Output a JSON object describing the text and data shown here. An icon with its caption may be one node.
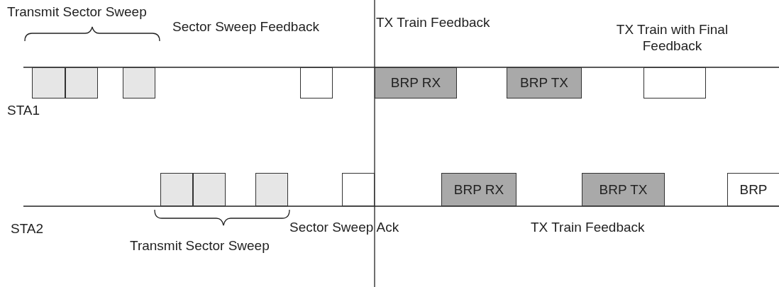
{
  "diagram": {
    "nodes": [
      {
        "text": [],
        "shape": "box"
      },
      {
        "text": [],
        "shape": "box"
      },
      {
        "text": [],
        "shape": "box"
      },
      {
        "text": [],
        "shape": "box"
      },
      {
        "text": [
          "BRP RX"
        ]
      },
      {
        "text": [
          "BRP TX"
        ]
      },
      {
        "text": [],
        "shape": "box"
      },
      {
        "text": [],
        "shape": "box"
      },
      {
        "text": [],
        "shape": "box"
      },
      {
        "text": [],
        "shape": "box"
      },
      {
        "text": [],
        "shape": "box"
      },
      {
        "text": [
          "BRP RX"
        ]
      },
      {
        "text": [
          "BRP TX"
        ]
      },
      {
        "text": [
          "BRP"
        ]
      }
    ],
    "edges": [],
    "labels": [
      "Transmit Sector Sweep",
      "Sector Sweep Feedback",
      "TX Train Feedback",
      "TX Train with Final Feedback",
      "STA1",
      "STA2",
      "Transmit Sector Sweep",
      "Sector Sweep Ack",
      "TX Train Feedback"
    ]
  }
}
